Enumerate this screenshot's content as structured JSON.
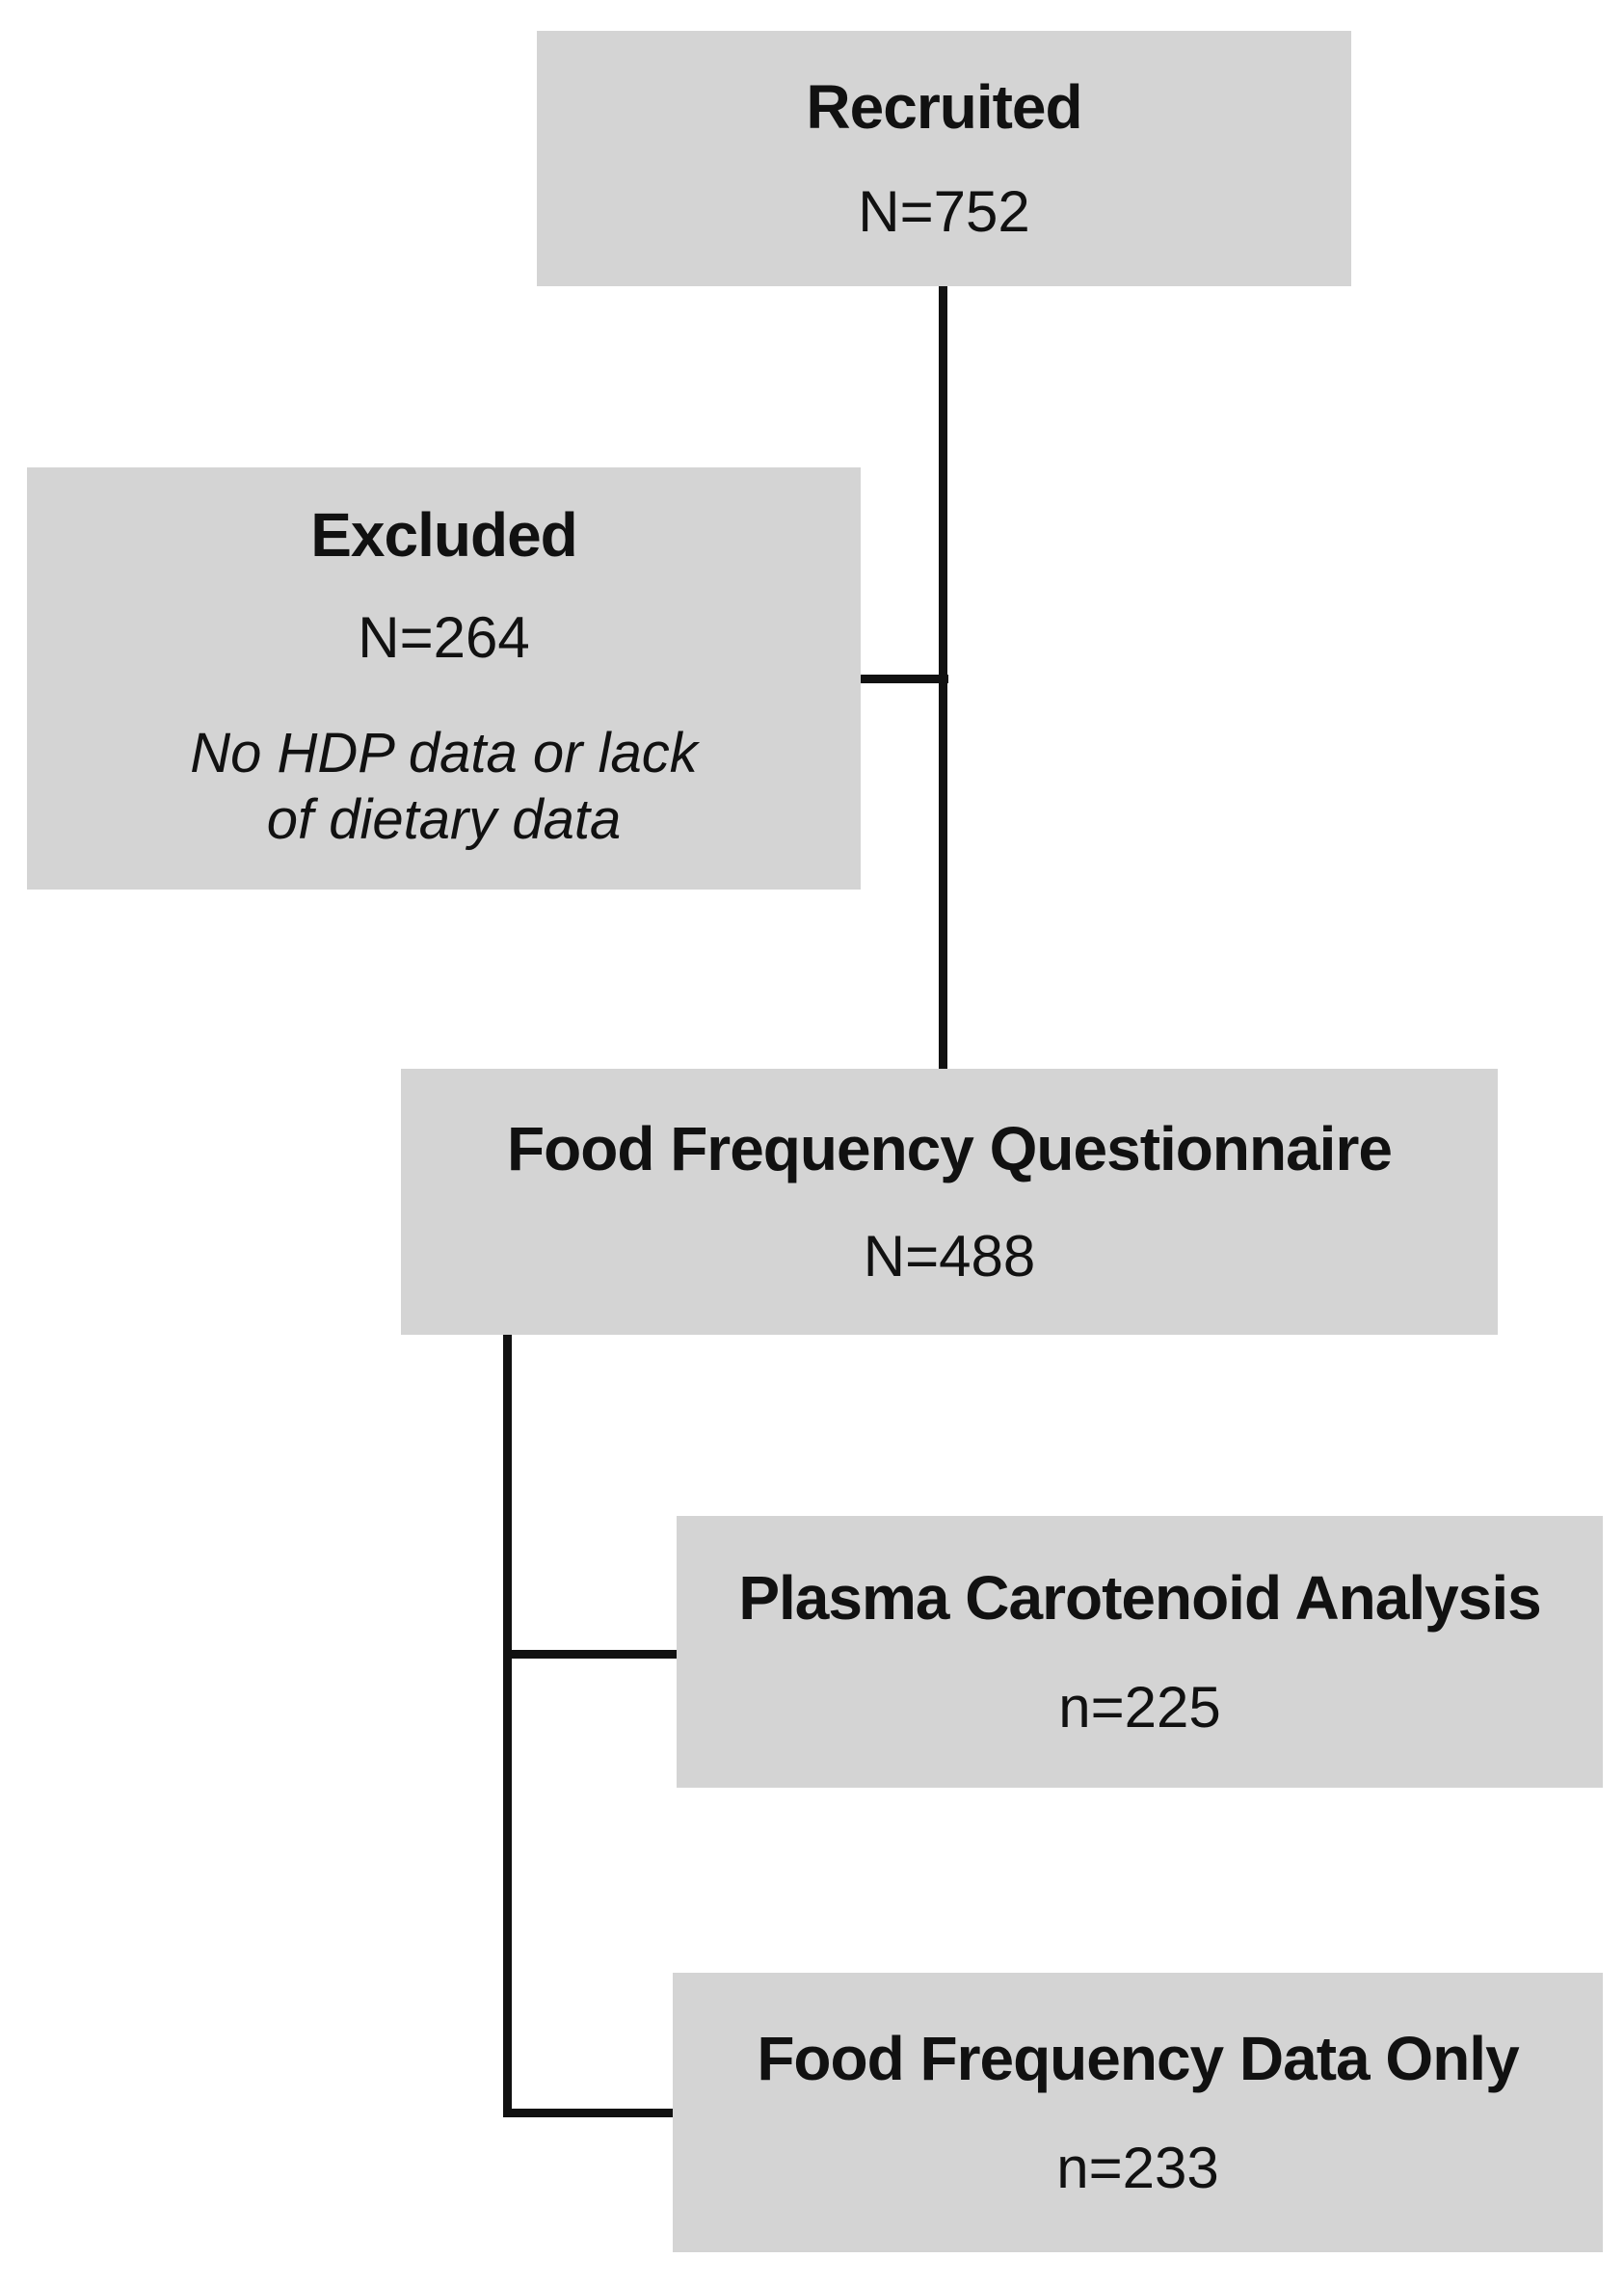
{
  "figure": {
    "type": "flowchart",
    "description": "Participant recruitment and dietary data flow diagram"
  },
  "style": {
    "background": "#ffffff",
    "box_fill": "#d4d4d4",
    "text_color": "#111111",
    "line_color": "#111111"
  },
  "boxes": {
    "recruited": {
      "title": "Recruited",
      "count": "N=752"
    },
    "excluded": {
      "title": "Excluded",
      "count": "N=264",
      "note": [
        "No HDP data or lack",
        "of dietary data"
      ]
    },
    "ffq": {
      "title": "Food Frequency Questionnaire",
      "count": "N=488"
    },
    "plasma": {
      "title": "Plasma Carotenoid Analysis",
      "count": "n=225"
    },
    "ffd_only": {
      "title": "Food Frequency Data Only",
      "count": "n=233"
    }
  },
  "edges": [
    {
      "from": "recruited",
      "to": "excluded"
    },
    {
      "from": "recruited",
      "to": "ffq"
    },
    {
      "from": "ffq",
      "to": "plasma"
    },
    {
      "from": "ffq",
      "to": "ffd_only"
    }
  ]
}
